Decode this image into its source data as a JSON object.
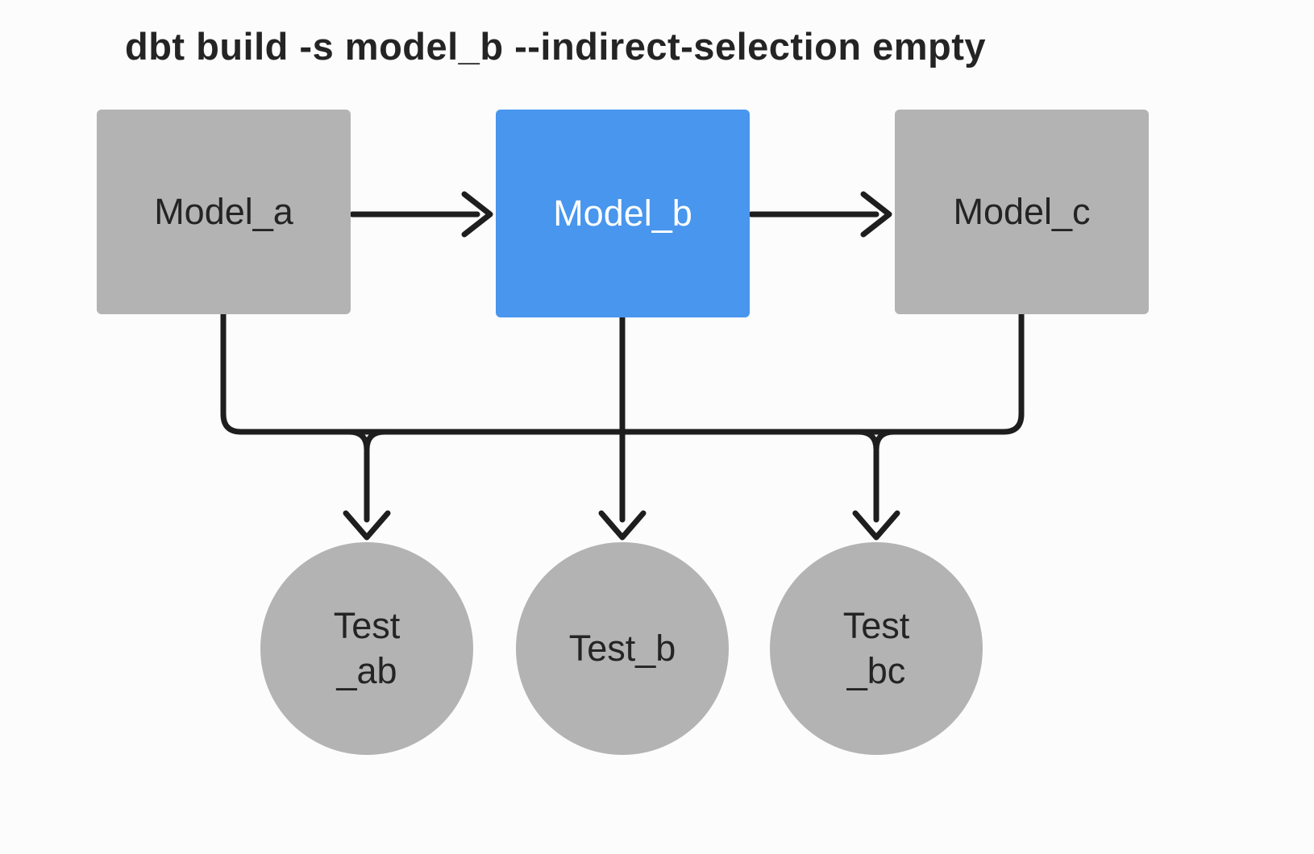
{
  "title": "dbt build -s model_b --indirect-selection empty",
  "colors": {
    "background": "#fcfcfc",
    "node_gray": "#b3b3b3",
    "node_blue": "#4896ee",
    "edge": "#1e1e1e",
    "text_dark": "#242424",
    "text_light": "#ffffff"
  },
  "nodes": {
    "model_a": {
      "label": "Model_a",
      "shape": "rectangle",
      "fill": "gray"
    },
    "model_b": {
      "label": "Model_b",
      "shape": "rectangle",
      "fill": "blue",
      "highlighted": true
    },
    "model_c": {
      "label": "Model_c",
      "shape": "rectangle",
      "fill": "gray"
    },
    "test_ab": {
      "label_line1": "Test",
      "label_line2": "_ab",
      "shape": "circle",
      "fill": "gray"
    },
    "test_b": {
      "label": "Test_b",
      "shape": "circle",
      "fill": "gray"
    },
    "test_bc": {
      "label_line1": "Test",
      "label_line2": "_bc",
      "shape": "circle",
      "fill": "gray"
    }
  },
  "edges": [
    {
      "from": "model_a",
      "to": "model_b",
      "arrow": true
    },
    {
      "from": "model_b",
      "to": "model_c",
      "arrow": true
    },
    {
      "from": "model_a",
      "to": "test_ab",
      "arrow": true
    },
    {
      "from": "model_b",
      "to": "test_ab",
      "arrow": true
    },
    {
      "from": "model_b",
      "to": "test_b",
      "arrow": true
    },
    {
      "from": "model_b",
      "to": "test_bc",
      "arrow": true
    },
    {
      "from": "model_c",
      "to": "test_bc",
      "arrow": true
    }
  ]
}
